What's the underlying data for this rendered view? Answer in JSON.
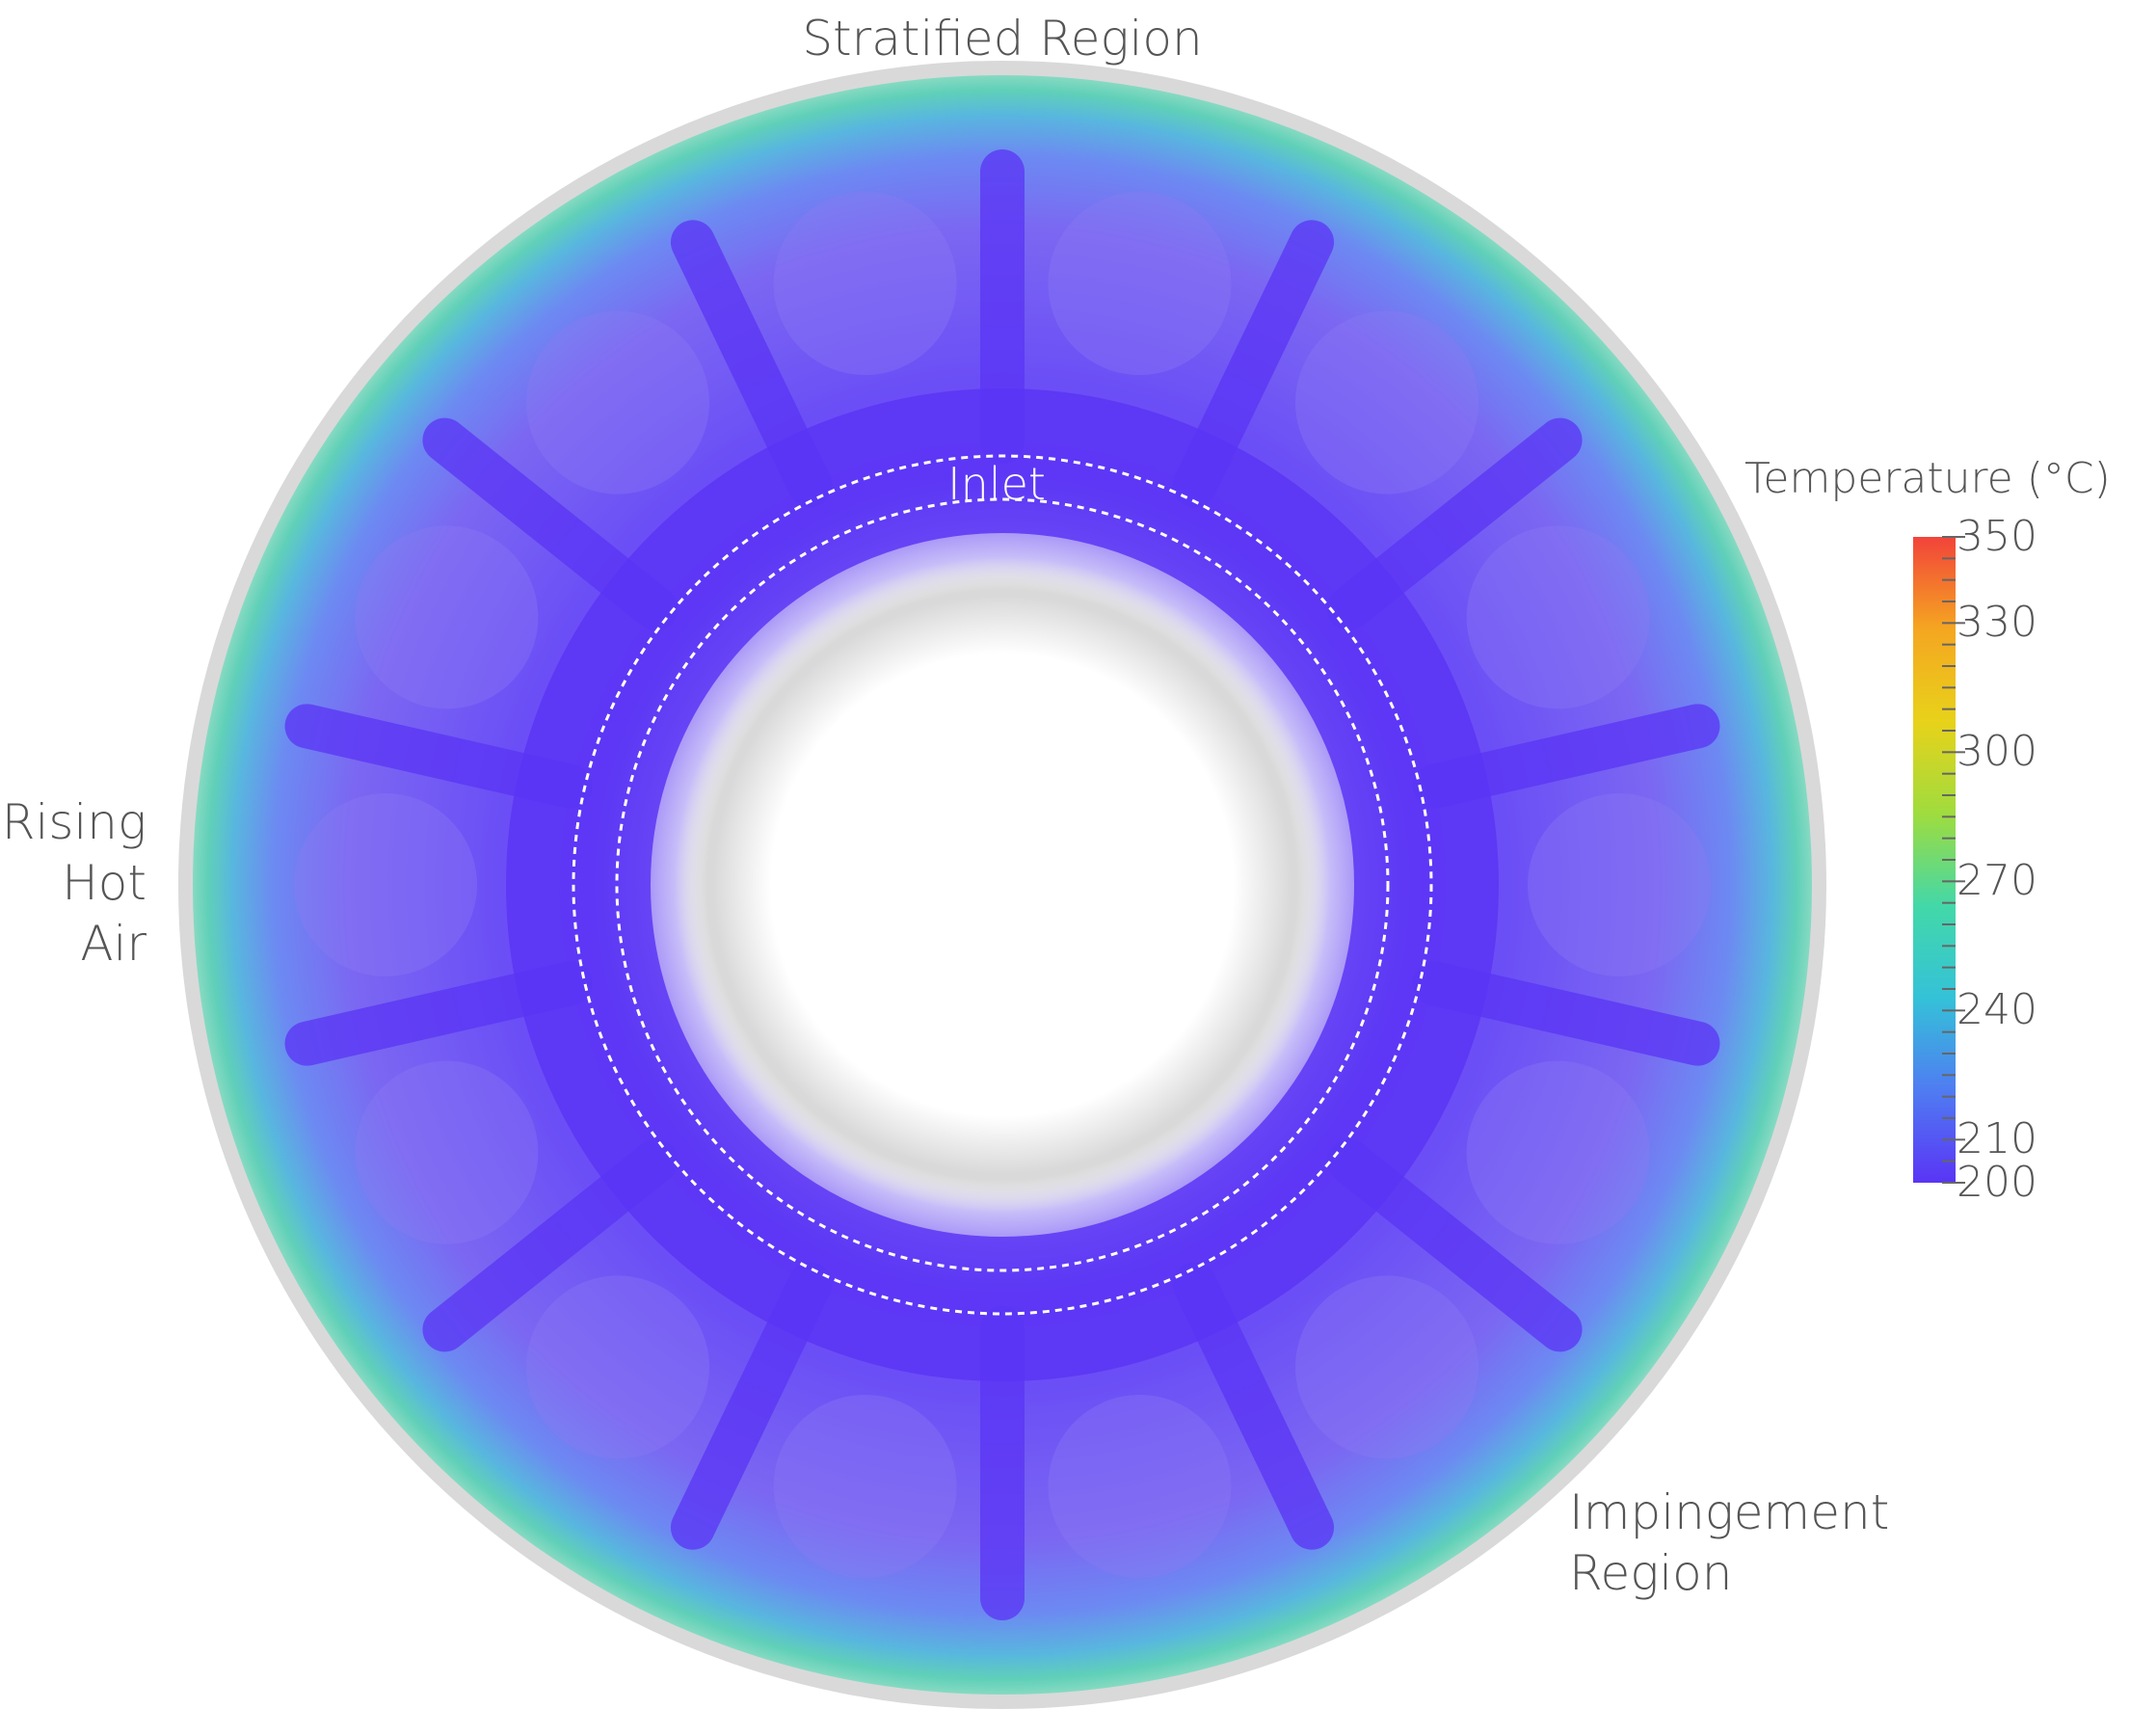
{
  "labels": {
    "stratified": "Stratified Region",
    "inlet": "Inlet",
    "rising": [
      "Rising",
      "Hot",
      "Air"
    ],
    "impingement": [
      "Impingement",
      "Region"
    ]
  },
  "colorbar": {
    "title": "Temperature (°C)",
    "min": 200,
    "max": 350,
    "ticks": [
      350,
      330,
      300,
      270,
      240,
      210,
      200
    ],
    "colors": [
      "#5a34f5",
      "#4f7cf2",
      "#34c2d8",
      "#43d8a8",
      "#9fdc3e",
      "#e8d21a",
      "#f5a621",
      "#f2433a"
    ]
  },
  "colors": {
    "cold_flow": "#5a34f5",
    "outer_flow": "#47c2c4",
    "vessel_wall": "#d8d8d8"
  }
}
